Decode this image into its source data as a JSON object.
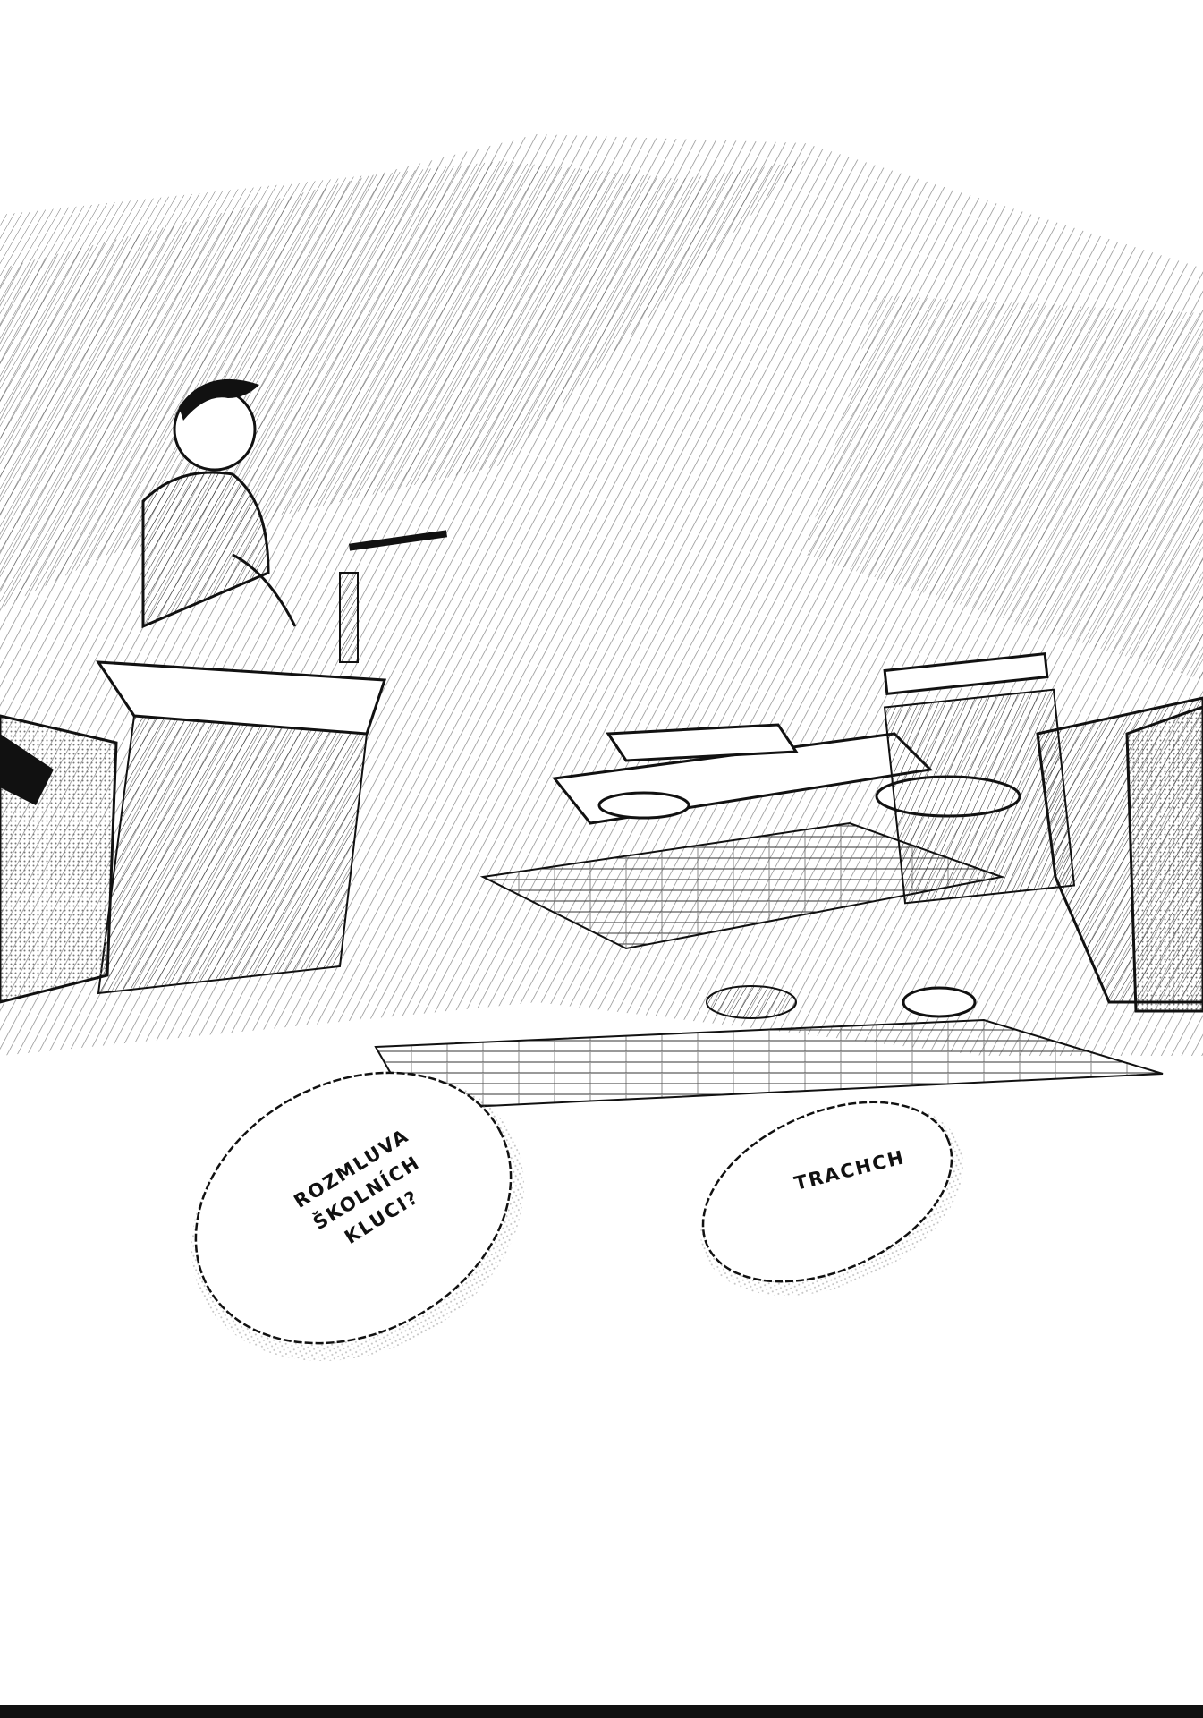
{
  "page": {
    "kind": "manga-page",
    "background": "#ffffff",
    "ink": "#111111",
    "screentone": "#9a9a9a"
  },
  "speech_bubbles": [
    {
      "text": "ROZMLUVA\nŠKOLNÍCH\nKLUCI?"
    },
    {
      "text": "TRACHCH"
    }
  ]
}
